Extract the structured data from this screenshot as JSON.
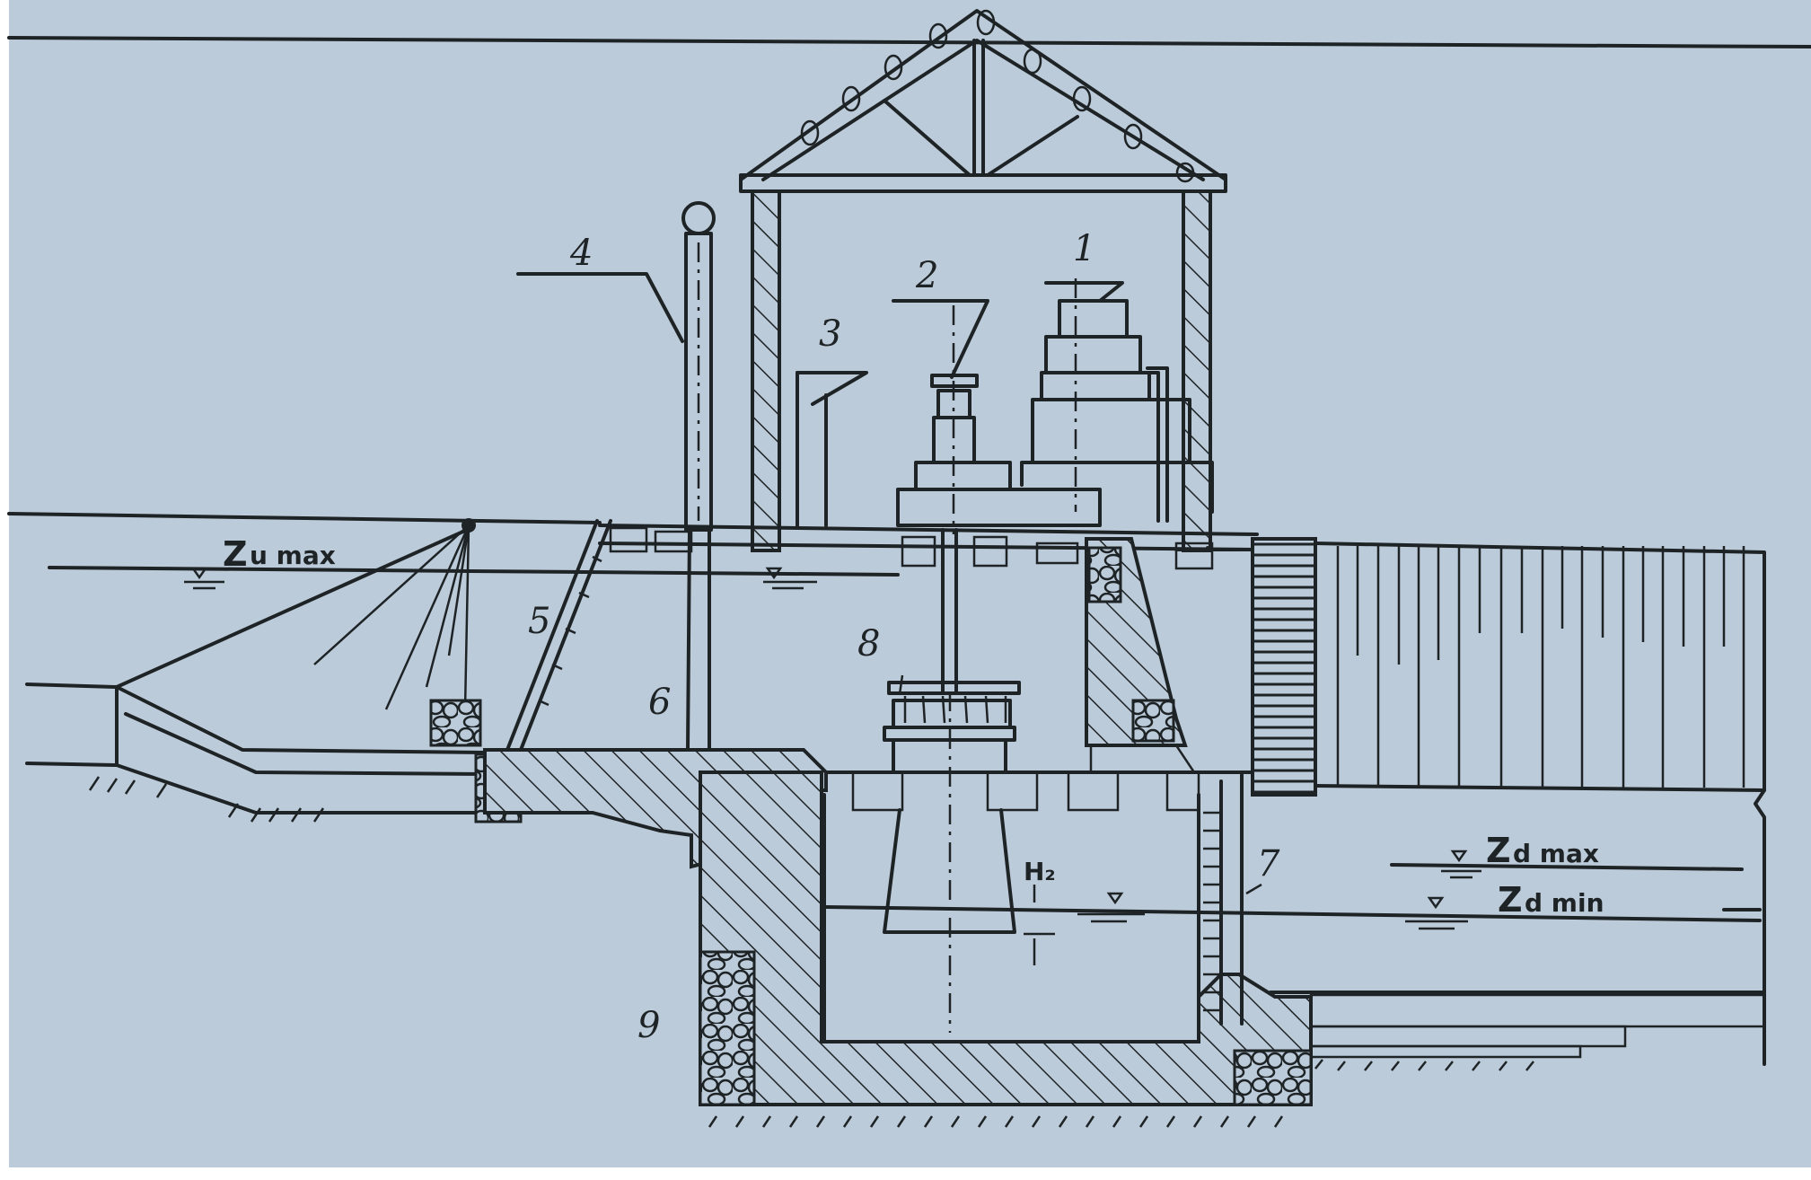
{
  "diagram": {
    "type": "hydropower-station-cross-section",
    "background_color": "#bccbd9",
    "line_color": "#1e2326",
    "component_labels": [
      {
        "id": "1",
        "text": "1",
        "refers_to": "generator"
      },
      {
        "id": "2",
        "text": "2",
        "refers_to": "turbine-governor"
      },
      {
        "id": "3",
        "text": "3",
        "refers_to": "control-panel"
      },
      {
        "id": "4",
        "text": "4",
        "refers_to": "gate-hoist"
      },
      {
        "id": "5",
        "text": "5",
        "refers_to": "trash-rack"
      },
      {
        "id": "6",
        "text": "6",
        "refers_to": "gate"
      },
      {
        "id": "7",
        "text": "7",
        "refers_to": "water-gauge"
      },
      {
        "id": "8",
        "text": "8",
        "refers_to": "turbine-runner"
      },
      {
        "id": "9",
        "text": "9",
        "refers_to": "stone-masonry"
      }
    ],
    "water_levels": {
      "upstream_max": {
        "main": "Z",
        "sub": "u max"
      },
      "downstream_max": {
        "main": "Z",
        "sub": "d max"
      },
      "downstream_min": {
        "main": "Z",
        "sub": "d min"
      }
    },
    "dimension_marker": "H₂"
  }
}
